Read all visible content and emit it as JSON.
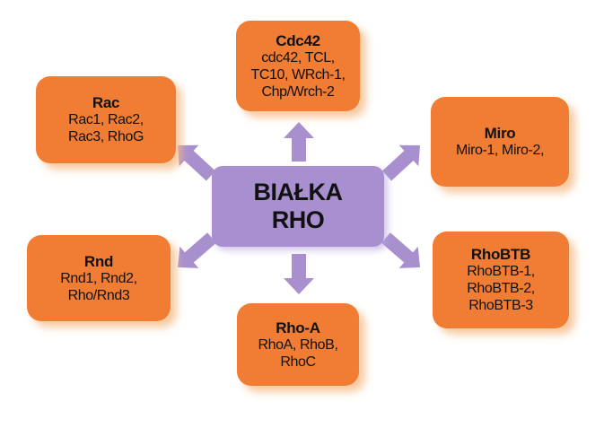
{
  "center": {
    "line1": "BIAŁKA",
    "line2": "RHO"
  },
  "colors": {
    "box": "#f07d33",
    "center": "#a88fd0",
    "arrow": "#a890cf"
  },
  "groups": {
    "cdc42": {
      "title": "Cdc42",
      "lines": [
        "cdc42, TCL,",
        "TC10, WRch-1,",
        "Chp/Wrch-2"
      ]
    },
    "rac": {
      "title": "Rac",
      "lines": [
        "Rac1, Rac2,",
        "Rac3, RhoG"
      ]
    },
    "miro": {
      "title": "Miro",
      "lines": [
        "Miro-1, Miro-2,"
      ]
    },
    "rnd": {
      "title": "Rnd",
      "lines": [
        "Rnd1, Rnd2,",
        "Rho/Rnd3"
      ]
    },
    "rhobtb": {
      "title": "RhoBTB",
      "lines": [
        "RhoBTB-1,",
        "RhoBTB-2,",
        "RhoBTB-3"
      ]
    },
    "rhoa": {
      "title": "Rho-A",
      "lines": [
        "RhoA, RhoB,",
        "RhoC"
      ]
    }
  }
}
